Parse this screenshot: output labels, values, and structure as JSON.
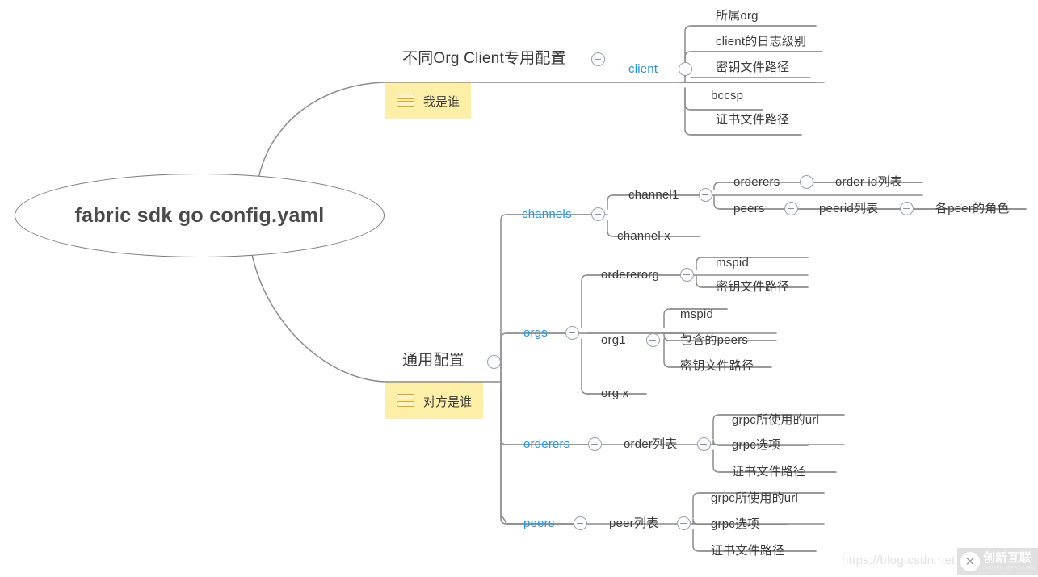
{
  "root": {
    "label": "fabric sdk go config.yaml"
  },
  "branches": {
    "who_am_i": {
      "title": "不同Org Client专用配置",
      "tag": "我是谁",
      "tag_icon": "split-rows-icon",
      "child": {
        "label": "client",
        "items": [
          "所属org",
          "client的日志级别",
          "密钥文件路径",
          "bccsp",
          "证书文件路径"
        ]
      }
    },
    "common": {
      "title": "通用配置",
      "tag": "对方是谁",
      "tag_icon": "split-rows-icon",
      "groups": [
        {
          "label": "channels",
          "children": [
            {
              "label": "channel1",
              "children": [
                {
                  "label": "orderers",
                  "children": [
                    {
                      "label": "order id列表"
                    }
                  ]
                },
                {
                  "label": "peers",
                  "children": [
                    {
                      "label": "peerid列表",
                      "children": [
                        {
                          "label": "各peer的角色"
                        }
                      ]
                    }
                  ]
                }
              ]
            },
            {
              "label": "channel x"
            }
          ]
        },
        {
          "label": "orgs",
          "children": [
            {
              "label": "ordererorg",
              "children": [
                {
                  "label": "mspid"
                },
                {
                  "label": "密钥文件路径"
                }
              ]
            },
            {
              "label": "org1",
              "children": [
                {
                  "label": "mspid"
                },
                {
                  "label": "包含的peers"
                },
                {
                  "label": "密钥文件路径"
                }
              ]
            },
            {
              "label": "org x"
            }
          ]
        },
        {
          "label": "orderers",
          "children": [
            {
              "label": "order列表",
              "children": [
                {
                  "label": "grpc所使用的url"
                },
                {
                  "label": "grpc选项"
                },
                {
                  "label": "证书文件路径"
                }
              ]
            }
          ]
        },
        {
          "label": "peers",
          "children": [
            {
              "label": "peer列表",
              "children": [
                {
                  "label": "grpc所使用的url"
                },
                {
                  "label": "grpc选项"
                },
                {
                  "label": "证书文件路径"
                }
              ]
            }
          ]
        }
      ]
    }
  },
  "watermark": {
    "url": "https://blog.csdn.net",
    "mark": "✕",
    "brand_cn": "创新互联",
    "brand_py": "CHUANG XIN HU LIAN"
  },
  "colors": {
    "accent_blue": "#2196f3",
    "tag_bg": "#fdefa8",
    "tag_icon_border": "#e3a52e",
    "line": "#8c8c8c",
    "text": "#3c3c3c"
  }
}
